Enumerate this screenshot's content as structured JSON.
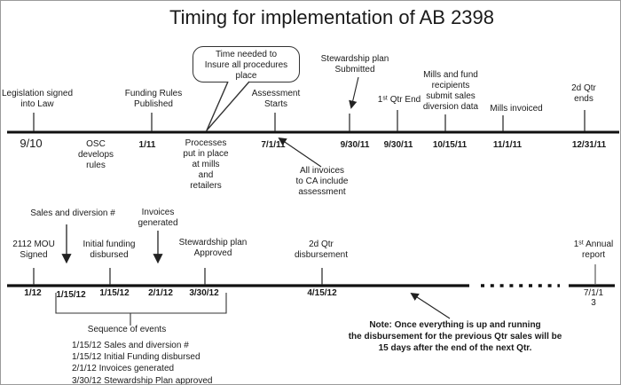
{
  "title": "Timing for implementation of AB 2398",
  "colors": {
    "line": "#111111",
    "tick": "#333333",
    "text": "#1a1a1a",
    "border": "#9a9a9a"
  },
  "bubble": {
    "text": "Time needed to\nInsure all procedures\nplace"
  },
  "top": {
    "events": {
      "legislation": "Legislation signed\ninto Law",
      "funding": "Funding Rules\nPublished",
      "assessment": "Assessment\nStarts",
      "stewardship": "Stewardship plan\nSubmitted",
      "qtr1_end": "1ˢᵗ Qtr End",
      "mills_submit": "Mills and fund\nrecipients\nsubmit sales\ndiversion data",
      "mills_invoiced": "Mills invoiced",
      "qtr2_ends": "2d Qtr\nends"
    },
    "below": {
      "d1": "9/10",
      "osc": "OSC\ndevelops\nrules",
      "d2": "1/11",
      "processes": "Processes\nput in place\nat mills\nand\nretailers",
      "d3": "7/1/11",
      "d4": "9/30/11",
      "d5": "9/30/11",
      "d6": "10/15/11",
      "d7": "11/1/11",
      "d8": "12/31/11",
      "invoices_note": "All invoices\nto CA include\nassessment"
    }
  },
  "bottom": {
    "events": {
      "sales_div": "Sales and diversion #",
      "mou": "2112 MOU\nSigned",
      "initial_funding": "Initial funding\ndisbursed",
      "invoices_gen": "Invoices\ngenerated",
      "stewardship_appr": "Stewardship plan\nApproved",
      "qtr2_disb": "2d Qtr\ndisbursement",
      "annual": "1ˢᵗ Annual\nreport"
    },
    "dates": {
      "d1": "1/12",
      "d2": "1/15/12",
      "d3": "1/15/12",
      "d4": "2/1/12",
      "d5": "3/30/12",
      "d6": "4/15/12",
      "d7": "7/1/1\n3"
    },
    "sequence": {
      "title": "Sequence of events",
      "items": [
        "1/15/12 Sales and diversion #",
        "1/15/12 Initial Funding disbursed",
        "2/1/12 Invoices generated",
        "3/30/12 Stewardship Plan approved"
      ]
    },
    "note": "Note: Once everything is up and running\nthe disbursement for the previous Qtr sales will be\n15 days after the end of the next Qtr."
  }
}
